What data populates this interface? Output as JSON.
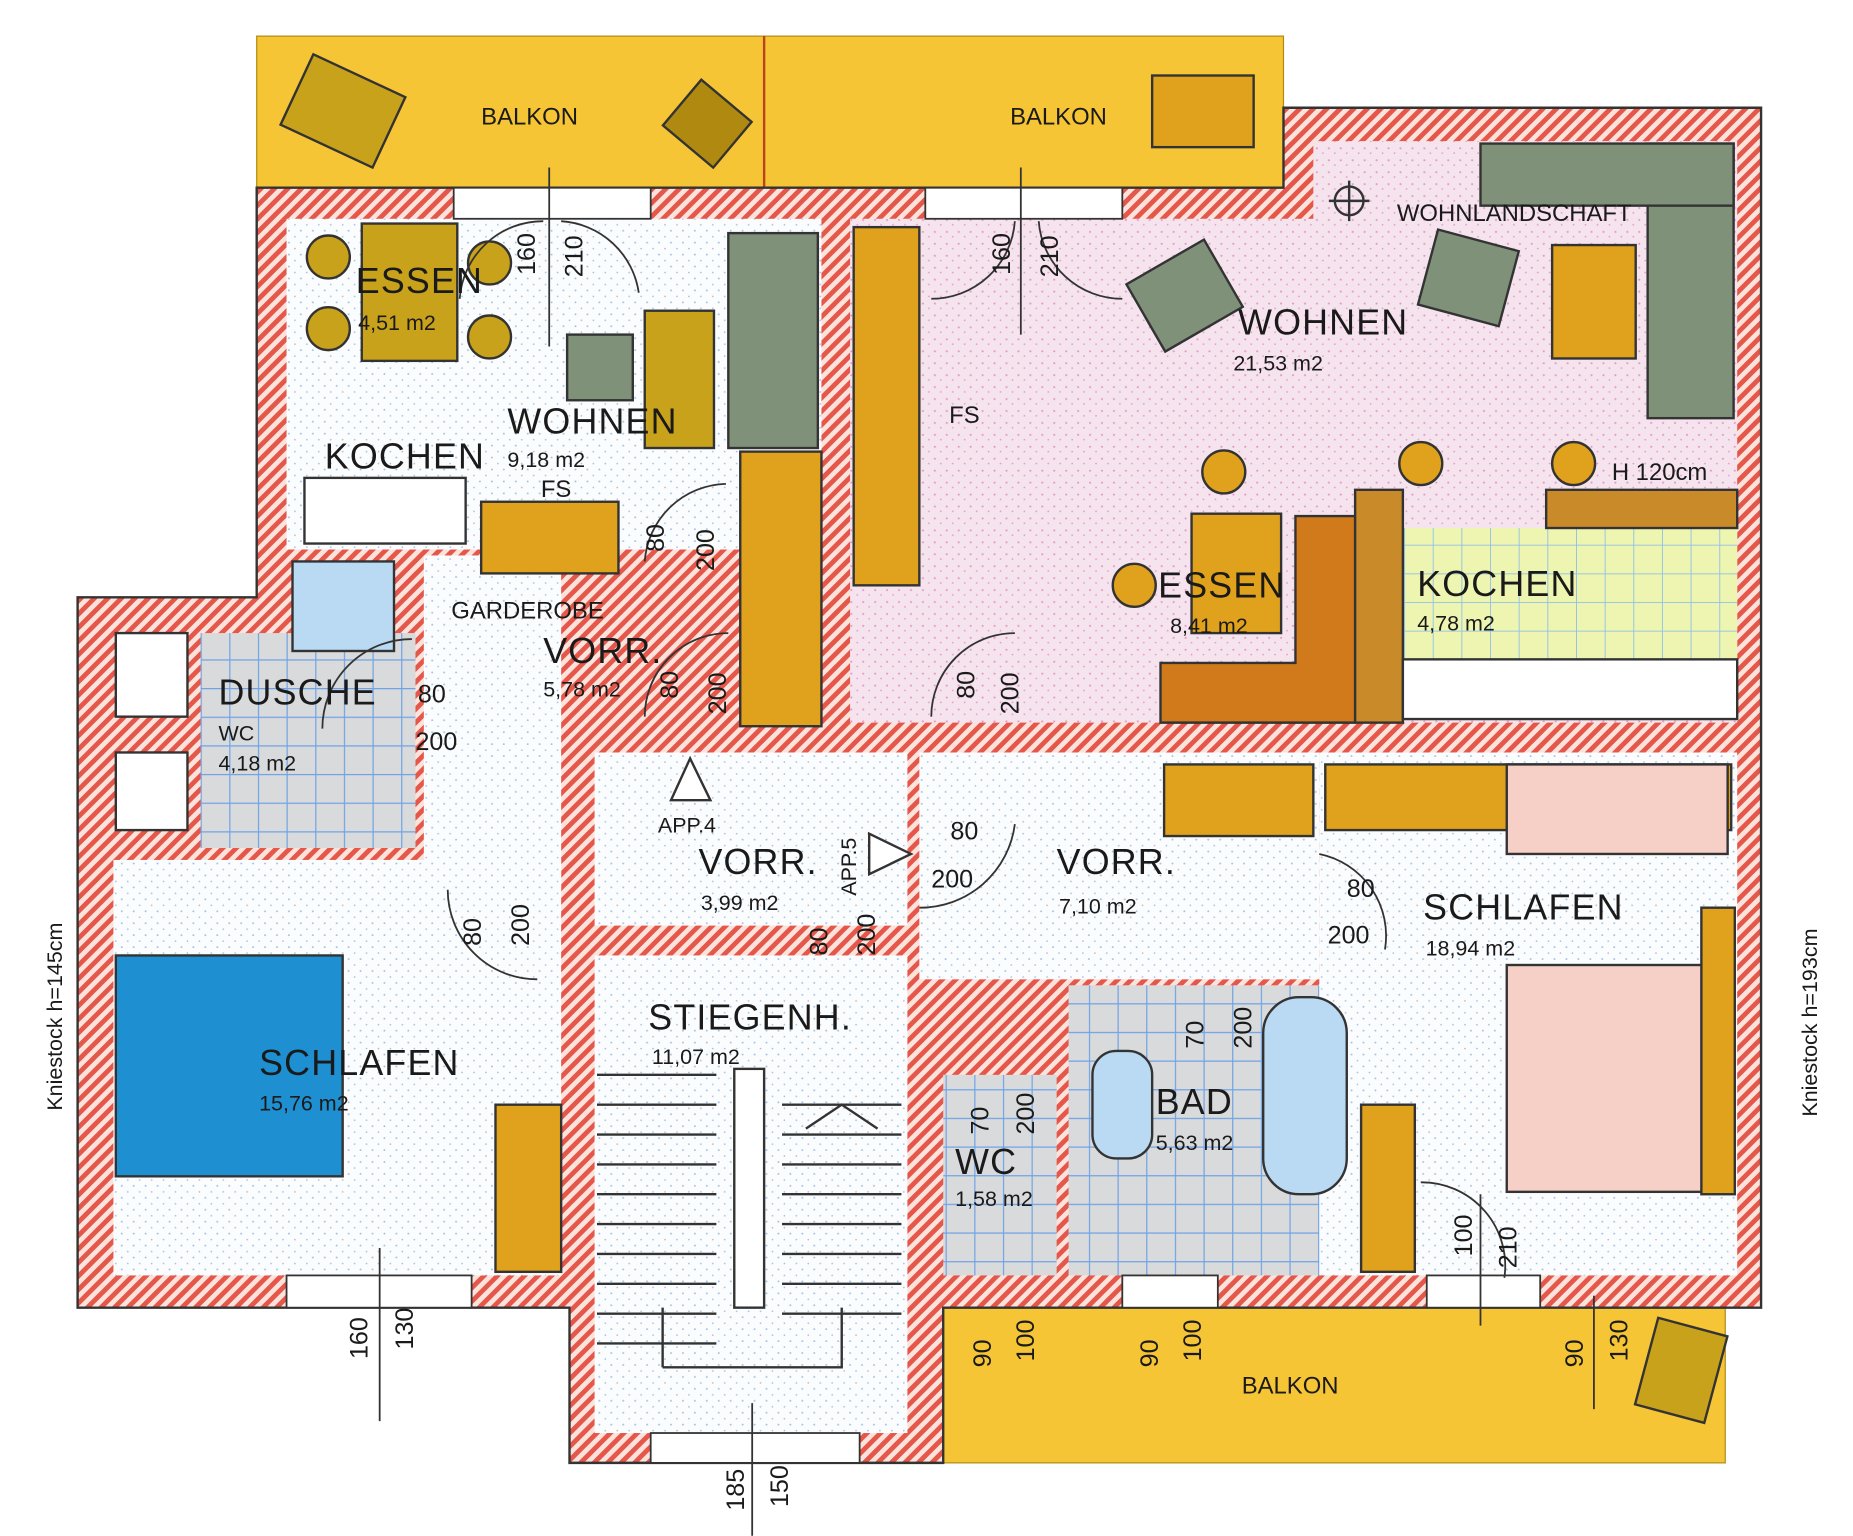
{
  "title": "Grundriss Dachgeschoss",
  "colors": {
    "wall": "#e4574a",
    "balcony": "#f5c535",
    "furniture": "#e0a21c",
    "sofa": "#8a9a7a",
    "bed_blue": "#1e8fd0",
    "bed_pink": "#f6cfc6",
    "living_pink": "#f3dbe8",
    "kitchen_green": "#eef5b0",
    "tile_blue": "#8fb8e8"
  },
  "balconies": [
    "BALKON",
    "BALKON",
    "BALKON"
  ],
  "rooms": {
    "essen_left": {
      "name": "ESSEN",
      "area": "4,51 m2"
    },
    "wohnen_left": {
      "name": "WOHNEN",
      "area": "9,18 m2"
    },
    "kochen_left": {
      "name": "KOCHEN"
    },
    "garderobe": {
      "name": "GARDEROBE"
    },
    "vorr_left": {
      "name": "VORR.",
      "area": "5,78 m2"
    },
    "dusche": {
      "name": "DUSCHE",
      "sub": "WC",
      "area": "4,18 m2"
    },
    "schlafen_left": {
      "name": "SCHLAFEN",
      "area": "15,76 m2"
    },
    "vorr_mid": {
      "name": "VORR.",
      "area": "3,99 m2"
    },
    "stiegenhaus": {
      "name": "STIEGENH.",
      "area": "11,07 m2"
    },
    "wohnlandschaft": {
      "name": "WOHNLANDSCHAFT"
    },
    "wohnen_right": {
      "name": "WOHNEN",
      "area": "21,53 m2"
    },
    "essen_right": {
      "name": "ESSEN",
      "area": "8,41 m2"
    },
    "kochen_right": {
      "name": "KOCHEN",
      "area": "4,78 m2"
    },
    "vorr_right": {
      "name": "VORR.",
      "area": "7,10 m2"
    },
    "schlafen_right": {
      "name": "SCHLAFEN",
      "area": "18,94 m2"
    },
    "wc": {
      "name": "WC",
      "area": "1,58 m2"
    },
    "bad": {
      "name": "BAD",
      "area": "5,63 m2"
    }
  },
  "labels": {
    "fs": "FS",
    "h120": "H 120cm",
    "app4": "APP.4",
    "app5": "APP.5",
    "kniestock_left": "Kniestock h=145cm",
    "kniestock_right": "Kniestock h=193cm"
  },
  "dims": [
    "160",
    "210",
    "160",
    "210",
    "80",
    "200",
    "80",
    "200",
    "80",
    "200",
    "80",
    "200",
    "80",
    "200",
    "80",
    "200",
    "80",
    "200",
    "80",
    "200",
    "70",
    "200",
    "70",
    "200",
    "100",
    "210",
    "160",
    "130",
    "90",
    "100",
    "90",
    "100",
    "90",
    "130",
    "185",
    "150"
  ]
}
